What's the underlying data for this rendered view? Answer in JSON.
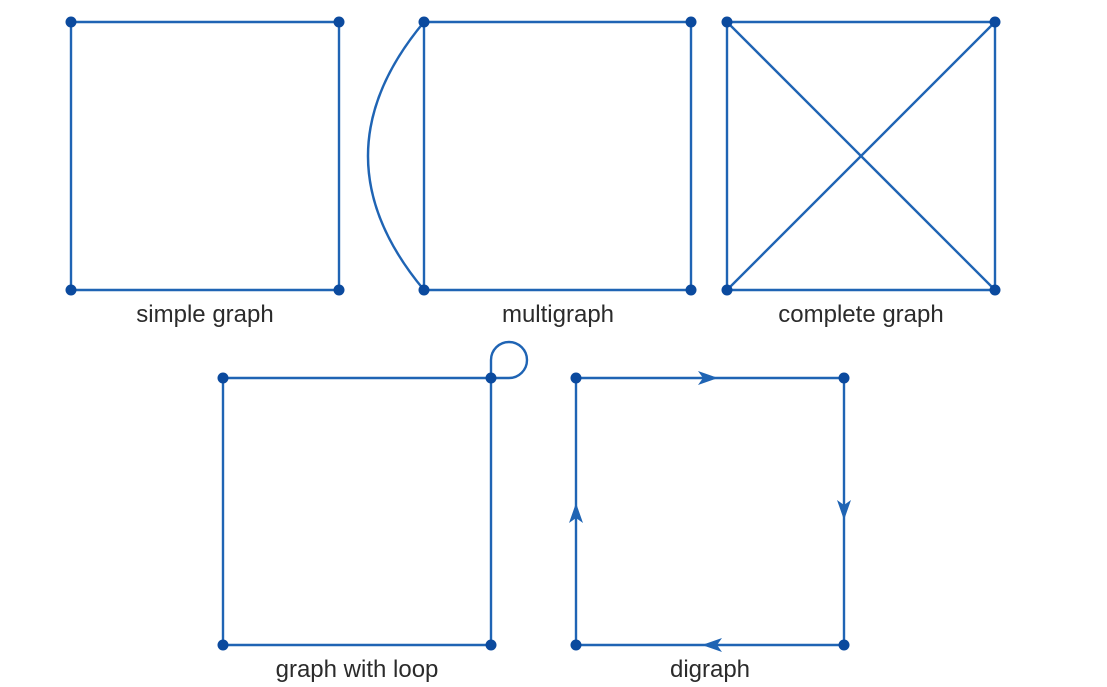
{
  "colors": {
    "edge": "#1f64b4",
    "node": "#0b4a9e",
    "label": "#2b2b2b",
    "background": "#ffffff"
  },
  "graphs": {
    "simple": {
      "label": "simple graph"
    },
    "multi": {
      "label": "multigraph"
    },
    "complete": {
      "label": "complete graph"
    },
    "loop": {
      "label": "graph with loop"
    },
    "digraph": {
      "label": "digraph"
    }
  }
}
